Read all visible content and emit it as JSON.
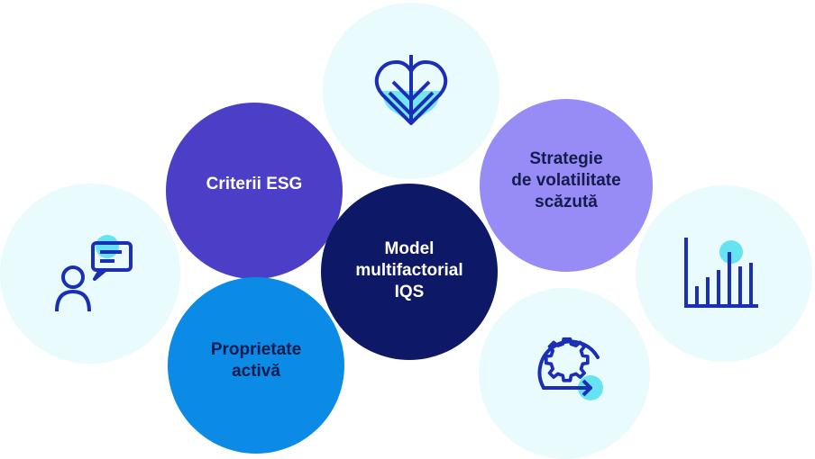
{
  "nodes": {
    "center": {
      "label": "Model\nmultifactorial\nIQS",
      "color": "#0d1966"
    },
    "esg": {
      "label": "Criterii ESG",
      "color": "#4a3fc6"
    },
    "low_vol": {
      "label": "Strategie\nde volatilitate\nscăzută",
      "color": "#978cf5"
    },
    "active_ownership": {
      "label": "Proprietate\nactivă",
      "color": "#0b8ae6"
    }
  },
  "icons": {
    "top": "leaf-heart-icon",
    "left": "person-chat-icon",
    "right": "bar-chart-icon",
    "bottom_right": "gear-cycle-icon"
  },
  "colors": {
    "icon_stroke": "#1a2fb5",
    "icon_accent": "#66e3f0",
    "icon_circle_bg": "#e9fbfc"
  }
}
